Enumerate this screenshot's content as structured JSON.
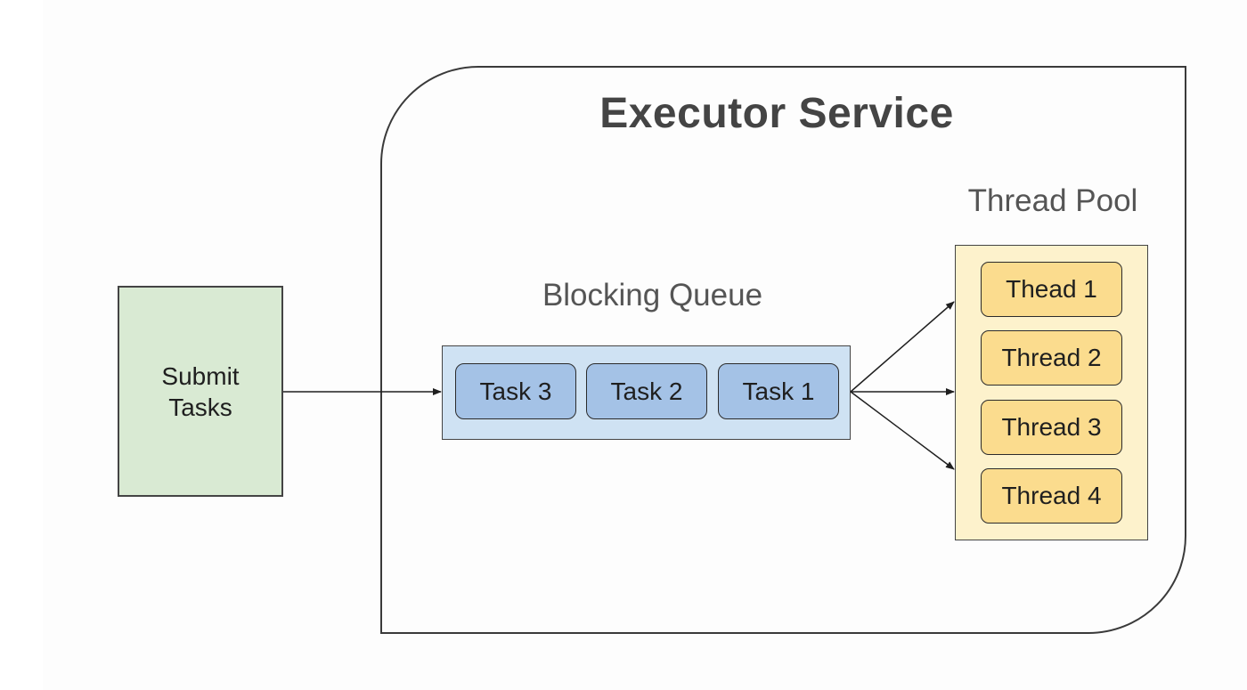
{
  "executor": {
    "title": "Executor Service"
  },
  "submit": {
    "label": "Submit\nTasks"
  },
  "queue": {
    "label": "Blocking Queue",
    "tasks": [
      "Task 3",
      "Task 2",
      "Task 1"
    ]
  },
  "pool": {
    "label": "Thread Pool",
    "threads": [
      "Thead 1",
      "Thread 2",
      "Thread 3",
      "Thread 4"
    ]
  },
  "colors": {
    "submit_fill": "#d9ead3",
    "queue_fill": "#cfe2f3",
    "task_fill": "#a4c2e6",
    "pool_fill": "#fdf2cc",
    "thread_fill": "#fbdc8e",
    "stroke": "#2b2b2b"
  }
}
